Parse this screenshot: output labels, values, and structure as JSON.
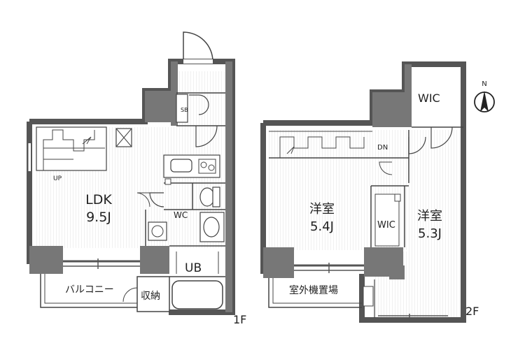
{
  "floor1": {
    "level": "1F",
    "rooms": {
      "ldk_name": "LDK",
      "ldk_size": "9.5J",
      "wc": "WC",
      "ub": "UB",
      "storage": "収納",
      "balcony": "バルコニー",
      "sb": "SB",
      "up": "UP"
    }
  },
  "floor2": {
    "level": "2F",
    "rooms": {
      "west_room_name": "洋室",
      "west_room_size": "5.4J",
      "east_room_name": "洋室",
      "east_room_size": "5.3J",
      "wic_top": "WIC",
      "wic_mid": "WIC",
      "outdoor_unit": "室外機置場",
      "dn": "DN"
    }
  },
  "compass": {
    "north": "N"
  }
}
